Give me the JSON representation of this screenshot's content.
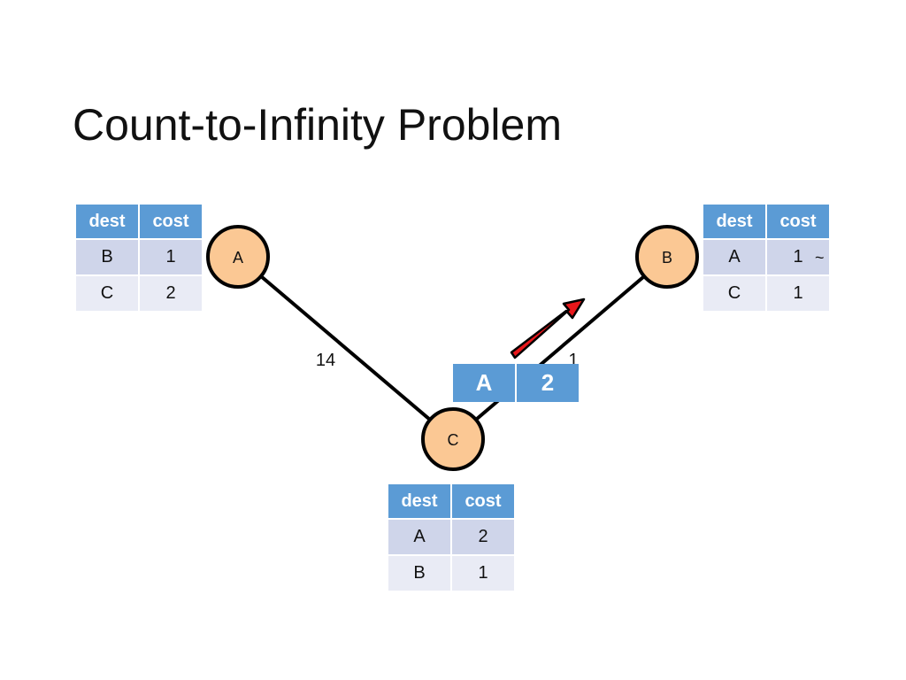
{
  "slide": {
    "title": "Count-to-Infinity Problem"
  },
  "graph": {
    "nodes": [
      {
        "id": "A",
        "label": "A"
      },
      {
        "id": "B",
        "label": "B"
      },
      {
        "id": "C",
        "label": "C"
      }
    ],
    "edges": [
      {
        "from": "A",
        "to": "C",
        "cost_label": "14"
      },
      {
        "from": "B",
        "to": "C",
        "cost_label": "1"
      }
    ],
    "colors": {
      "node_fill": "#fbc894",
      "node_stroke": "#000000",
      "arrow_fill": "#e8171b",
      "header_blue": "#5b9bd5",
      "row_dark": "#cfd5ea",
      "row_light": "#e9ebf5",
      "strike": "#e8171b"
    }
  },
  "tables": {
    "A": {
      "headers": [
        "dest",
        "cost"
      ],
      "rows": [
        [
          "B",
          "1"
        ],
        [
          "C",
          "2"
        ]
      ]
    },
    "B": {
      "headers": [
        "dest",
        "cost"
      ],
      "rows": [
        [
          "A",
          "1"
        ],
        [
          "C",
          "1"
        ]
      ],
      "struck_cost": "1",
      "replacement": "~"
    },
    "C": {
      "headers": [
        "dest",
        "cost"
      ],
      "rows": [
        [
          "A",
          "2"
        ],
        [
          "B",
          "1"
        ]
      ]
    }
  },
  "message": {
    "dest": "A",
    "cost": "2"
  },
  "icons": [
    "red-arrow-icon",
    "strikethrough-icon"
  ]
}
